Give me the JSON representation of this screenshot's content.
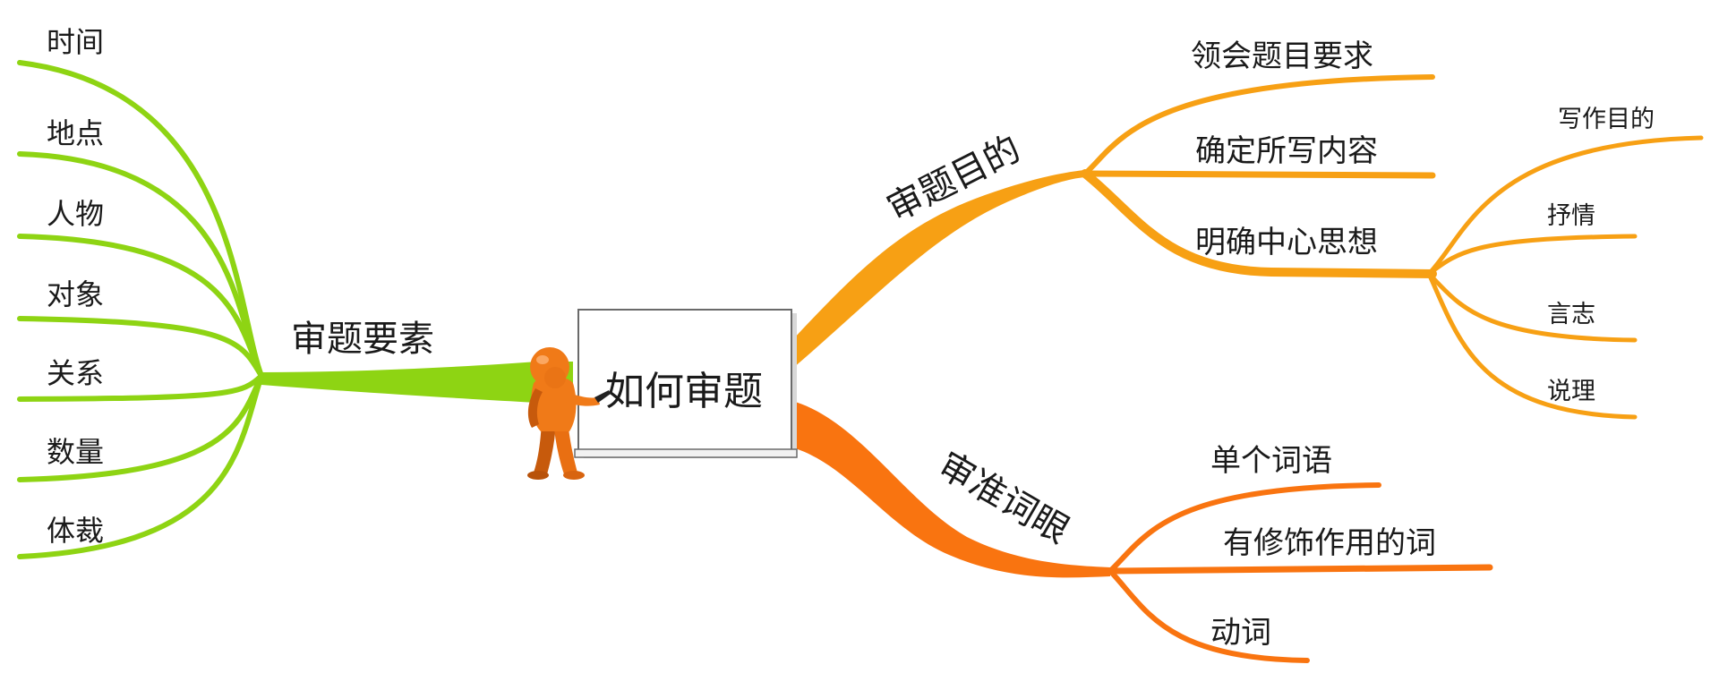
{
  "center": {
    "label": "如何审题"
  },
  "colors": {
    "green": "#8ed413",
    "amber": "#f7a014",
    "orange": "#f97410",
    "figure": "#f07a18",
    "figure_dark": "#c75a0c"
  },
  "branches": {
    "elements": {
      "label": "审题要素",
      "items": [
        "时间",
        "地点",
        "人物",
        "对象",
        "关系",
        "数量",
        "体裁"
      ]
    },
    "purpose": {
      "label": "审题目的",
      "items": [
        "领会题目要求",
        "确定所写内容",
        "明确中心思想"
      ],
      "center_thought": [
        "写作目的",
        "抒情",
        "言志",
        "说理"
      ]
    },
    "keywords": {
      "label": "审准词眼",
      "items": [
        "单个词语",
        "有修饰作用的词",
        "动词"
      ]
    }
  },
  "icons": [
    "presenter-figure-icon",
    "whiteboard-icon"
  ]
}
